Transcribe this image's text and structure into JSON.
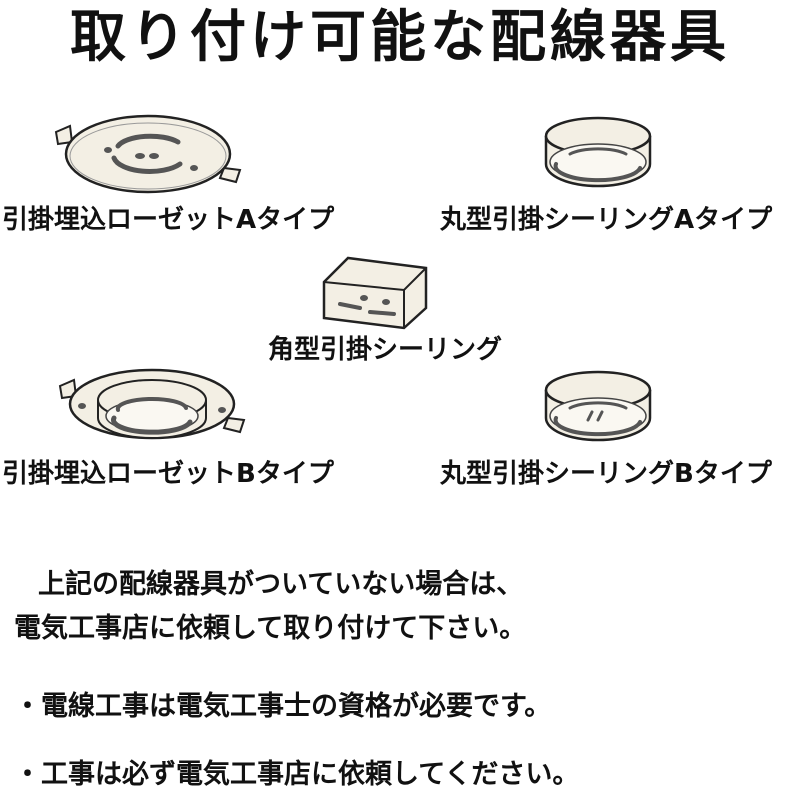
{
  "title": "取り付け可能な配線器具",
  "devices": {
    "rosette_a": "引掛埋込ローゼットAタイプ",
    "ceiling_round_a": "丸型引掛シーリングAタイプ",
    "ceiling_square": "角型引掛シーリング",
    "rosette_b": "引掛埋込ローゼットBタイプ",
    "ceiling_round_b": "丸型引掛シーリングBタイプ"
  },
  "notes": {
    "line1": "上記の配線器具がついていない場合は、",
    "line2": "電気工事店に依頼して取り付けて下さい。",
    "bullet1": "・電線工事は電気工事士の資格が必要です。",
    "bullet2": "・工事は必ず電気工事店に依頼してください。"
  },
  "colors": {
    "body_fill": "#f3efe4",
    "outline": "#222222",
    "slot": "#555555"
  }
}
